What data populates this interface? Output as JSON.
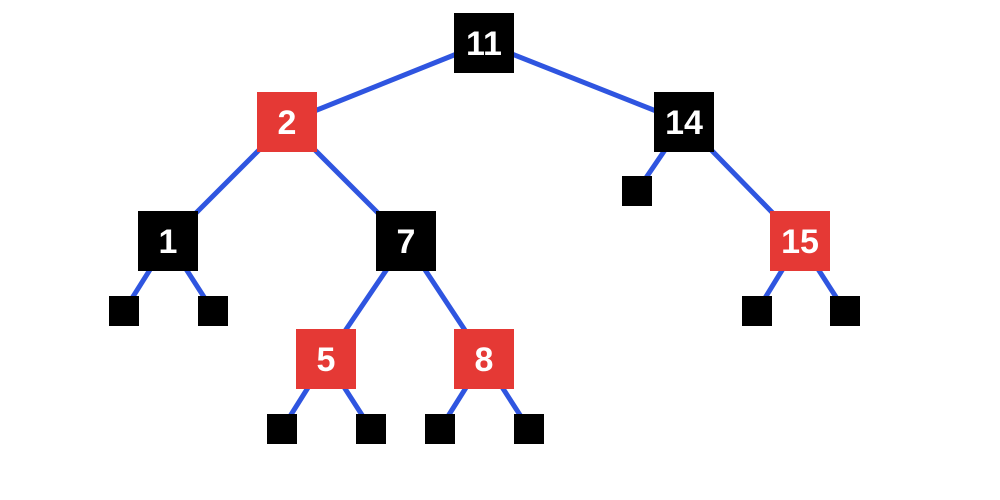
{
  "colors": {
    "edge": "#2f55e0",
    "black": "#000000",
    "red": "#e53935",
    "label": "#ffffff",
    "background": "#ffffff"
  },
  "tree": {
    "nodes": [
      {
        "id": "n11",
        "label": "11",
        "color": "black",
        "parent": null
      },
      {
        "id": "n2",
        "label": "2",
        "color": "red",
        "parent": "n11"
      },
      {
        "id": "n14",
        "label": "14",
        "color": "black",
        "parent": "n11"
      },
      {
        "id": "n1",
        "label": "1",
        "color": "black",
        "parent": "n2"
      },
      {
        "id": "n7",
        "label": "7",
        "color": "black",
        "parent": "n2"
      },
      {
        "id": "n15",
        "label": "15",
        "color": "red",
        "parent": "n14"
      },
      {
        "id": "n5",
        "label": "5",
        "color": "red",
        "parent": "n7"
      },
      {
        "id": "n8",
        "label": "8",
        "color": "red",
        "parent": "n7"
      }
    ],
    "nil_leaves": [
      {
        "id": "nil-14-left",
        "parent": "n14"
      },
      {
        "id": "nil-1-left",
        "parent": "n1"
      },
      {
        "id": "nil-1-right",
        "parent": "n1"
      },
      {
        "id": "nil-15-left",
        "parent": "n15"
      },
      {
        "id": "nil-15-right",
        "parent": "n15"
      },
      {
        "id": "nil-5-left",
        "parent": "n5"
      },
      {
        "id": "nil-5-right",
        "parent": "n5"
      },
      {
        "id": "nil-8-left",
        "parent": "n8"
      },
      {
        "id": "nil-8-right",
        "parent": "n8"
      }
    ]
  }
}
